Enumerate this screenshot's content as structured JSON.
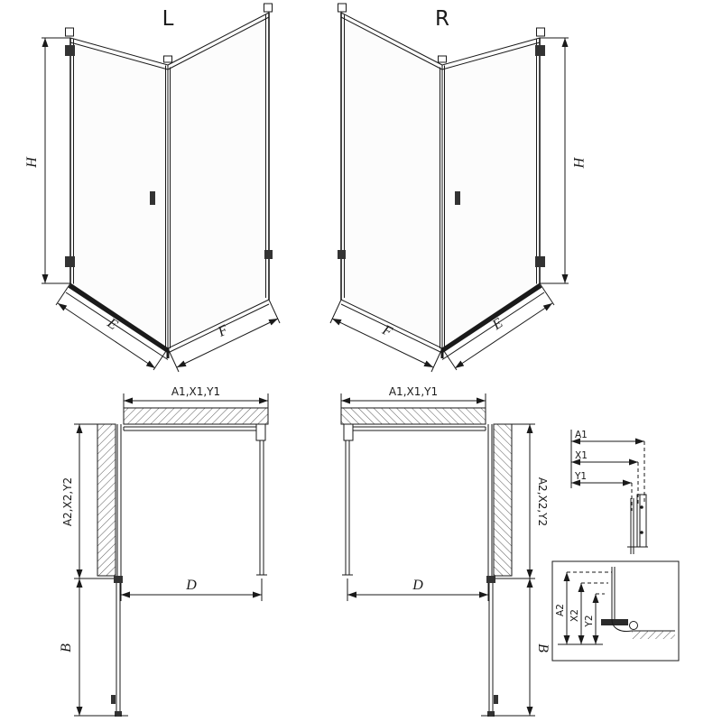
{
  "figure": {
    "background": "#ffffff",
    "line_color": "#1a1a1a",
    "hatch_color": "#555555",
    "unit_left": {
      "label": "L",
      "height_dim": "H",
      "door_side_dim": "E",
      "fixed_side_dim": "F"
    },
    "unit_right": {
      "label": "R",
      "height_dim": "H",
      "door_side_dim": "E",
      "fixed_side_dim": "F"
    },
    "plan_left": {
      "top_dim": "A1,X1,Y1",
      "side_dim": "A2,X2,Y2",
      "opening_dim": "D",
      "door_dim": "B"
    },
    "plan_right": {
      "top_dim": "A1,X1,Y1",
      "side_dim": "A2,X2,Y2",
      "opening_dim": "D",
      "door_dim": "B"
    },
    "detail_top": {
      "dims": [
        "A1",
        "X1",
        "Y1"
      ]
    },
    "detail_bottom": {
      "dims": [
        "A2",
        "X2",
        "Y2"
      ]
    }
  }
}
